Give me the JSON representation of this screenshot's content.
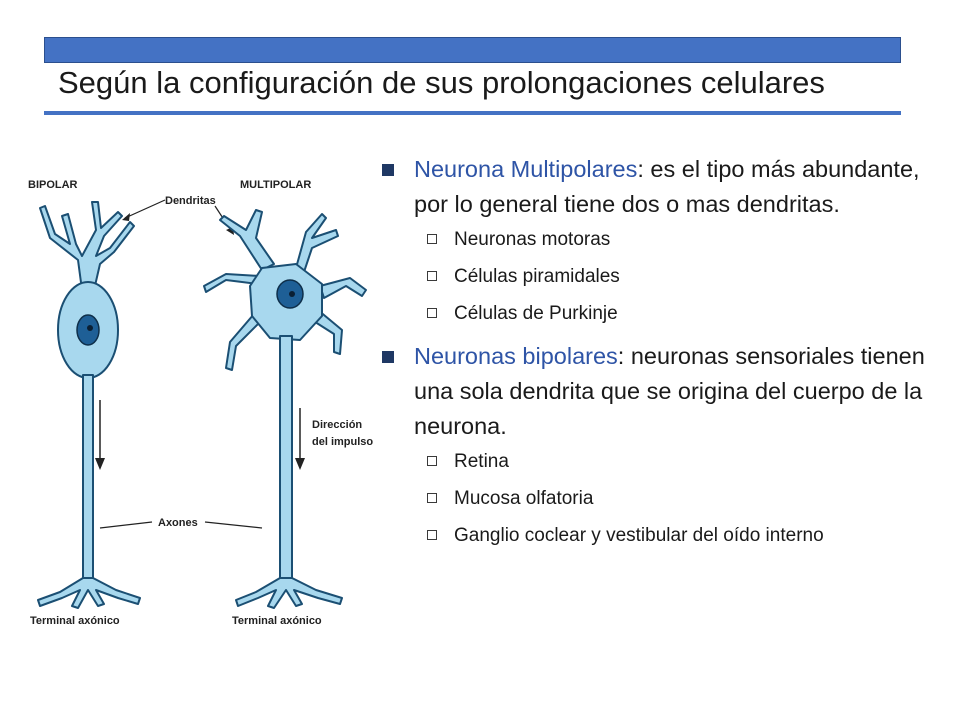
{
  "slide": {
    "title": "Según la configuración de sus prolongaciones celulares"
  },
  "figure": {
    "labels": {
      "bipolar": "BIPOLAR",
      "multipolar": "MULTIPOLAR",
      "dendritas": "Dendritas",
      "direccion_line1": "Dirección",
      "direccion_line2": "del impulso",
      "axones": "Axones",
      "terminal_left": "Terminal axónico",
      "terminal_right": "Terminal axónico"
    },
    "colors": {
      "cell_fill": "#a8d8ee",
      "cell_stroke": "#1b4f73",
      "nucleus": "#1e5f96"
    }
  },
  "content": {
    "sections": [
      {
        "term": "Neurona Multipolares",
        "text": ": es el tipo más abundante, por lo general tiene dos o mas dendritas.",
        "items": [
          "Neuronas motoras",
          "Células piramidales",
          "Células de Purkinje"
        ]
      },
      {
        "term": "Neuronas bipolares",
        "text": ": neuronas sensoriales tienen una sola dendrita que se origina del cuerpo de la neurona.",
        "items": [
          "Retina",
          "Mucosa olfatoria",
          "Ganglio coclear y vestibular del oído interno"
        ]
      }
    ]
  }
}
